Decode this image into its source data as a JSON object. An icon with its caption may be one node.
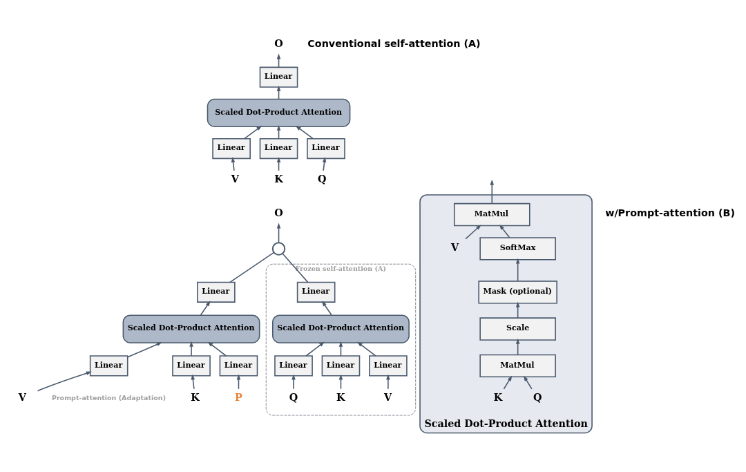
{
  "diagram": {
    "nodes": [
      {
        "text": [
          "O"
        ]
      },
      {
        "text": [
          "Linear"
        ]
      },
      {
        "text": [
          "Scaled Dot-Product Attention"
        ]
      },
      {
        "text": [
          "Linear"
        ]
      },
      {
        "text": [
          "Linear"
        ]
      },
      {
        "text": [
          "Linear"
        ]
      },
      {
        "text": [
          "V"
        ]
      },
      {
        "text": [
          "K"
        ]
      },
      {
        "text": [
          "Q"
        ]
      },
      {
        "text": [
          "O"
        ]
      },
      {
        "text": [],
        "shape": "circle"
      },
      {
        "text": [
          "Linear"
        ]
      },
      {
        "text": [
          "Scaled Dot-Product Attention"
        ]
      },
      {
        "text": [
          "Linear"
        ]
      },
      {
        "text": [
          "Linear"
        ]
      },
      {
        "text": [
          "Linear"
        ]
      },
      {
        "text": [
          "V"
        ]
      },
      {
        "text": [
          "K"
        ]
      },
      {
        "text": [
          "P"
        ]
      },
      {
        "text": [
          "Frozen self-attention (A)"
        ]
      },
      {
        "text": [
          "Linear"
        ],
        "in": 19
      },
      {
        "text": [
          "Scaled Dot-Product Attention"
        ],
        "in": 19
      },
      {
        "text": [
          "Linear"
        ],
        "in": 19
      },
      {
        "text": [
          "Linear"
        ],
        "in": 19
      },
      {
        "text": [
          "Linear"
        ],
        "in": 19
      },
      {
        "text": [
          "V"
        ],
        "in": 19
      },
      {
        "text": [
          "K"
        ],
        "in": 19
      },
      {
        "text": [
          "Q"
        ],
        "in": 19
      },
      {
        "text": [
          "Scaled Dot-Product Attention"
        ]
      },
      {
        "text": [
          "MatMul"
        ],
        "in": 28
      },
      {
        "text": [
          "SoftMax"
        ],
        "in": 28
      },
      {
        "text": [
          "Mask (optional)"
        ],
        "in": 28
      },
      {
        "text": [
          "Scale"
        ],
        "in": 28
      },
      {
        "text": [
          "MatMul"
        ],
        "in": 28
      },
      {
        "text": [
          "Q"
        ],
        "in": 28
      },
      {
        "text": [
          "K"
        ],
        "in": 28
      },
      {
        "text": [
          "V"
        ],
        "in": 28
      }
    ],
    "edges": [
      {
        "from": 1,
        "to": 0,
        "arrow": "to"
      },
      {
        "from": 2,
        "to": 1,
        "arrow": "to"
      },
      {
        "from": 3,
        "to": 2,
        "arrow": "to"
      },
      {
        "from": 4,
        "to": 2,
        "arrow": "to"
      },
      {
        "from": 5,
        "to": 2,
        "arrow": "to"
      },
      {
        "from": 6,
        "to": 3,
        "arrow": "to"
      },
      {
        "from": 7,
        "to": 4,
        "arrow": "to"
      },
      {
        "from": 8,
        "to": 5,
        "arrow": "to"
      },
      {
        "from": 10,
        "to": 9,
        "arrow": "to"
      },
      {
        "from": 11,
        "to": 10,
        "arrow": "none"
      },
      {
        "from": 20,
        "to": 10,
        "arrow": "none"
      },
      {
        "from": 12,
        "to": 11,
        "arrow": "to"
      },
      {
        "from": 13,
        "to": 12,
        "arrow": "to"
      },
      {
        "from": 14,
        "to": 12,
        "arrow": "to"
      },
      {
        "from": 15,
        "to": 12,
        "arrow": "to"
      },
      {
        "from": 16,
        "to": 13,
        "arrow": "to"
      },
      {
        "from": 17,
        "to": 14,
        "arrow": "to"
      },
      {
        "from": 18,
        "to": 15,
        "arrow": "to"
      },
      {
        "from": 21,
        "to": 20,
        "arrow": "to"
      },
      {
        "from": 22,
        "to": 21,
        "arrow": "to"
      },
      {
        "from": 23,
        "to": 21,
        "arrow": "to"
      },
      {
        "from": 24,
        "to": 21,
        "arrow": "to"
      },
      {
        "from": 25,
        "to": 22,
        "arrow": "to"
      },
      {
        "from": 26,
        "to": 23,
        "arrow": "to"
      },
      {
        "from": 27,
        "to": 24,
        "arrow": "to"
      },
      {
        "from": 29,
        "to": null,
        "arrow": "to"
      },
      {
        "from": 30,
        "to": 29,
        "arrow": "to"
      },
      {
        "from": 36,
        "to": 29,
        "arrow": "to"
      },
      {
        "from": 31,
        "to": 30,
        "arrow": "to"
      },
      {
        "from": 32,
        "to": 31,
        "arrow": "to"
      },
      {
        "from": 33,
        "to": 32,
        "arrow": "to"
      },
      {
        "from": 34,
        "to": 33,
        "arrow": "to"
      },
      {
        "from": 35,
        "to": 33,
        "arrow": "to"
      }
    ],
    "labels": [
      "Conventional self-attention (A)",
      "w/Prompt-attention (B)",
      "Prompt-attention (Adaptation)"
    ]
  }
}
